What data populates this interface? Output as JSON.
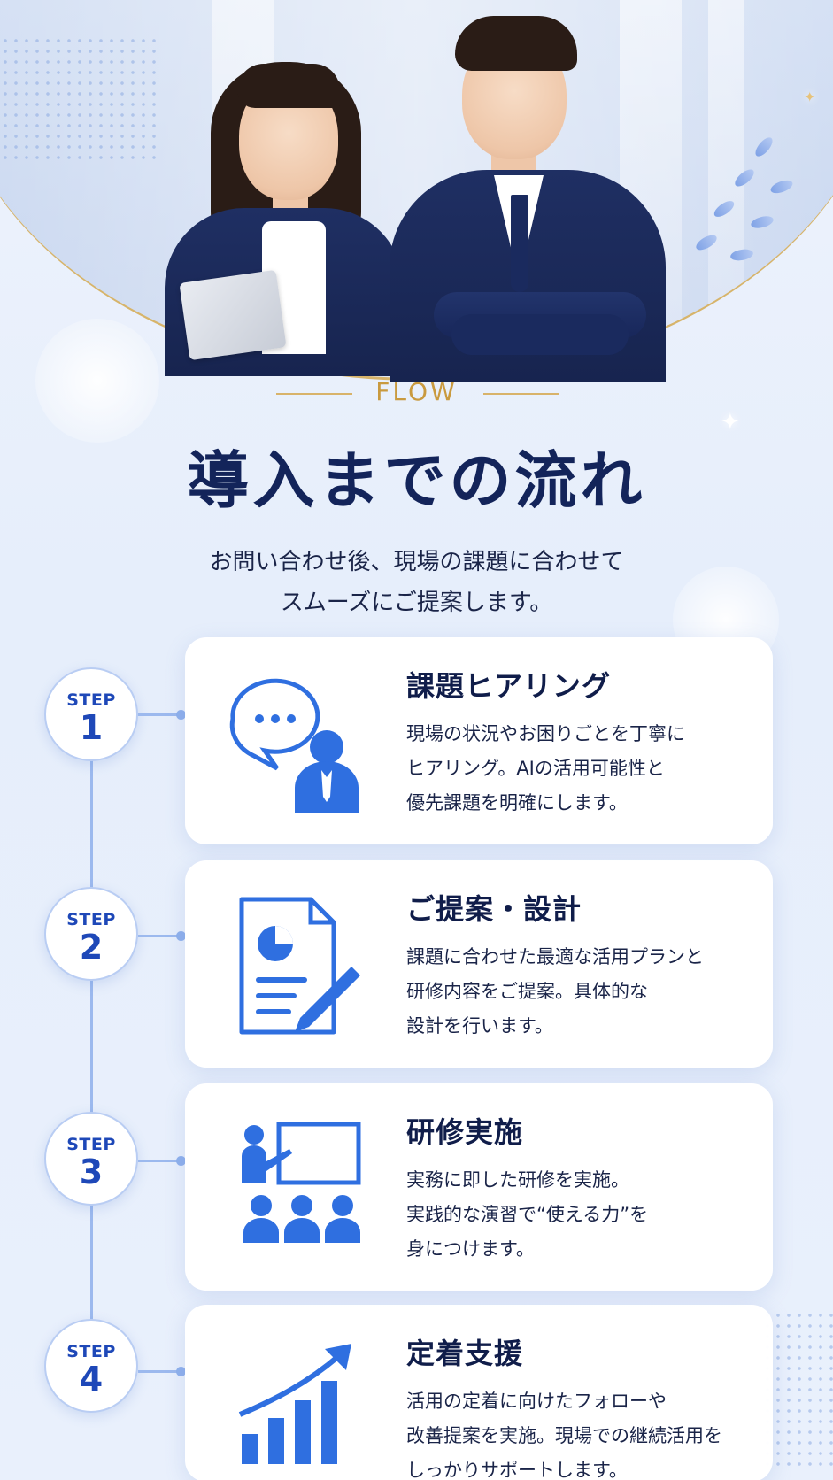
{
  "header": {
    "eyebrow": "FLOW",
    "title": "導入までの流れ",
    "subtitle_lines": [
      "お問い合わせ後、現場の課題に合わせて",
      "スムーズにご提案します。"
    ]
  },
  "steps": [
    {
      "label": "STEP",
      "number": "1",
      "icon": "chat-consultant-icon",
      "title": "課題ヒアリング",
      "lines": [
        "現場の状況やお困りごとを丁寧に",
        "ヒアリング。AIの活用可能性と",
        "優先課題を明確にします。"
      ]
    },
    {
      "label": "STEP",
      "number": "2",
      "icon": "document-pen-icon",
      "title": "ご提案・設計",
      "lines": [
        "課題に合わせた最適な活用プランと",
        "研修内容をご提案。具体的な",
        "設計を行います。"
      ]
    },
    {
      "label": "STEP",
      "number": "3",
      "icon": "training-presentation-icon",
      "title": "研修実施",
      "lines": [
        "実務に即した研修を実施。",
        "実践的な演習で“使える力”を",
        "身につけます。"
      ]
    },
    {
      "label": "STEP",
      "number": "4",
      "icon": "growth-chart-icon",
      "title": "定着支援",
      "lines": [
        "活用の定着に向けたフォローや",
        "改善提案を実施。現場での継続活用を",
        "しっかりサポートします。"
      ]
    }
  ],
  "colors": {
    "accent_blue": "#2f6fe0",
    "gold": "#c99a3f",
    "navy": "#13245a"
  }
}
